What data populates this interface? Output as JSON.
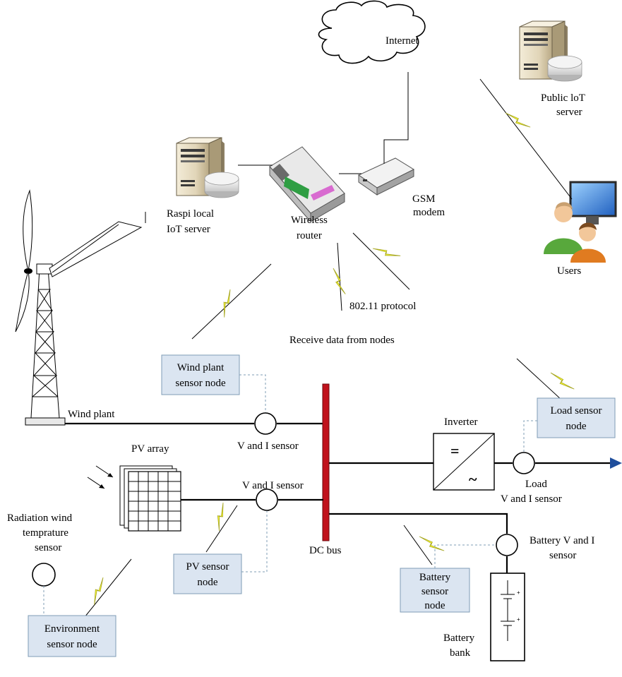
{
  "labels": {
    "internet": "Internet",
    "public_server": [
      "Public loT",
      "server"
    ],
    "users": "Users",
    "local_server": [
      "Raspi local",
      "IoT server"
    ],
    "router": [
      "Wireless",
      "router"
    ],
    "gsm": [
      "GSM",
      "modem"
    ],
    "protocol": "802.11 protocol",
    "receive": "Receive data from nodes",
    "wind_plant": "Wind plant",
    "pv_array": "PV array",
    "vi_sensor_wind": "V and I sensor",
    "vi_sensor_pv": "V and I sensor",
    "inverter": "Inverter",
    "inverter_dc": "=",
    "inverter_ac": "~",
    "load_vi": [
      "Load",
      "V and I sensor"
    ],
    "dc_bus": "DC bus",
    "battery_vi": [
      "Battery V and I",
      "sensor"
    ],
    "battery_bank": [
      "Battery",
      "bank"
    ],
    "radiation": [
      "Radiation wind",
      "temprature",
      "sensor"
    ]
  },
  "nodes": {
    "wind_node": [
      "Wind plant",
      "sensor node"
    ],
    "load_node": [
      "Load sensor",
      "node"
    ],
    "pv_node": [
      "PV sensor",
      "node"
    ],
    "battery_node": [
      "Battery",
      "sensor",
      "node"
    ],
    "env_node": [
      "Environment",
      "sensor node"
    ]
  },
  "icons": [
    "cloud-icon",
    "server-icon",
    "users-icon",
    "router-icon",
    "modem-icon",
    "wind-turbine-icon",
    "solar-panel-icon",
    "battery-icon",
    "lightning-icon"
  ],
  "colors": {
    "dc_bus": "#c0121c",
    "node_box": "#dbe5f1",
    "bolt": "#ffff33",
    "arrow": "#1f4e9c"
  }
}
